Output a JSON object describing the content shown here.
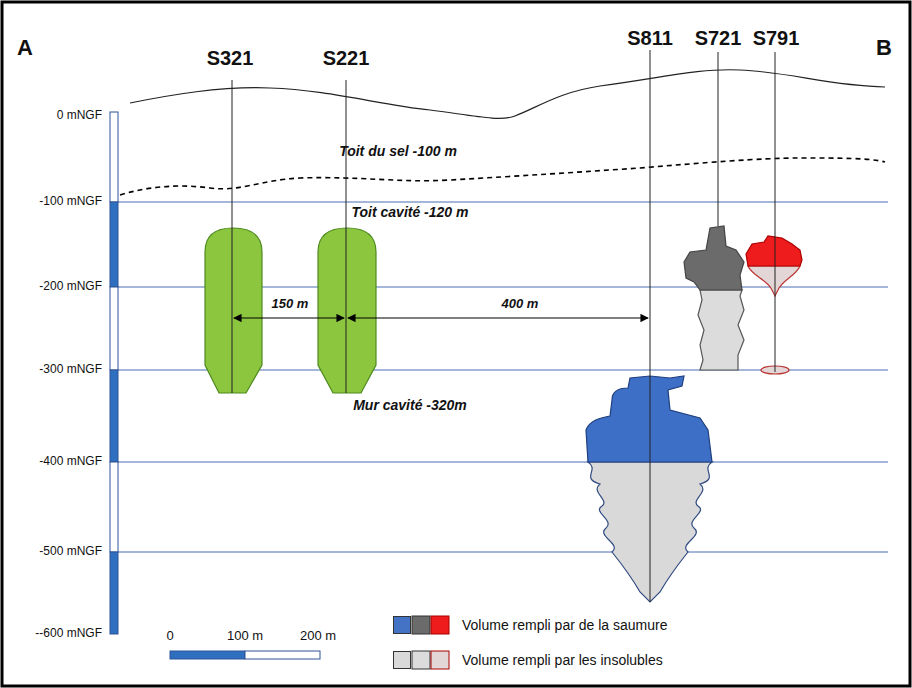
{
  "diagram": {
    "labels": [
      "A",
      "S321",
      "S221",
      "S811",
      "S721",
      "S791",
      "B",
      "0 mNGF",
      "-100 mNGF",
      "-200 mNGF",
      "-300 mNGF",
      "-400 mNGF",
      "-500 mNGF",
      "--600 mNGF",
      "Toit du sel -100 m",
      "Toit cavité -120 m",
      "150 m",
      "400 m",
      "Mur cavité -320m",
      "0",
      "100 m",
      "200 m"
    ],
    "legend": [
      {
        "text": "Volume rempli par de la saumure",
        "color": "#4472c4"
      },
      {
        "text": "Volume rempli par les insolubles",
        "color": "#d9d9d9"
      }
    ]
  }
}
